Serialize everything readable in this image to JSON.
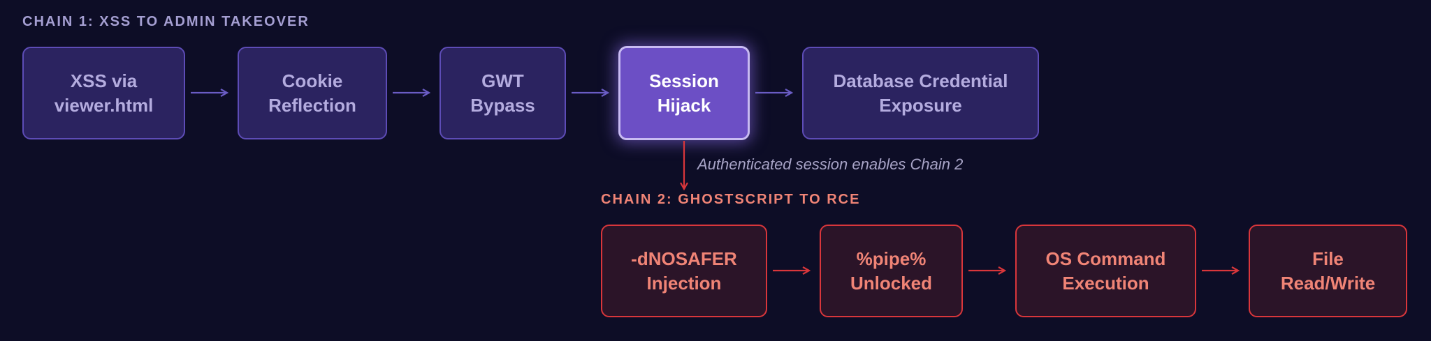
{
  "chain1": {
    "label": "CHAIN 1: XSS TO ADMIN TAKEOVER",
    "steps": [
      "XSS via\nviewer.html",
      "Cookie\nReflection",
      "GWT\nBypass",
      "Session\nHijack",
      "Database Credential\nExposure"
    ]
  },
  "link": {
    "label": "Authenticated session enables Chain 2"
  },
  "chain2": {
    "label": "CHAIN 2: GHOSTSCRIPT TO RCE",
    "steps": [
      "-dNOSAFER\nInjection",
      "%pipe%\nUnlocked",
      "OS Command\nExecution",
      "File\nRead/Write"
    ]
  },
  "colors": {
    "background": "#0d0d26",
    "chain1_accent": "#5d4cb6",
    "chain1_highlight": "#6c4fc5",
    "chain2_accent": "#d9363b",
    "chain2_text": "#f08476"
  }
}
